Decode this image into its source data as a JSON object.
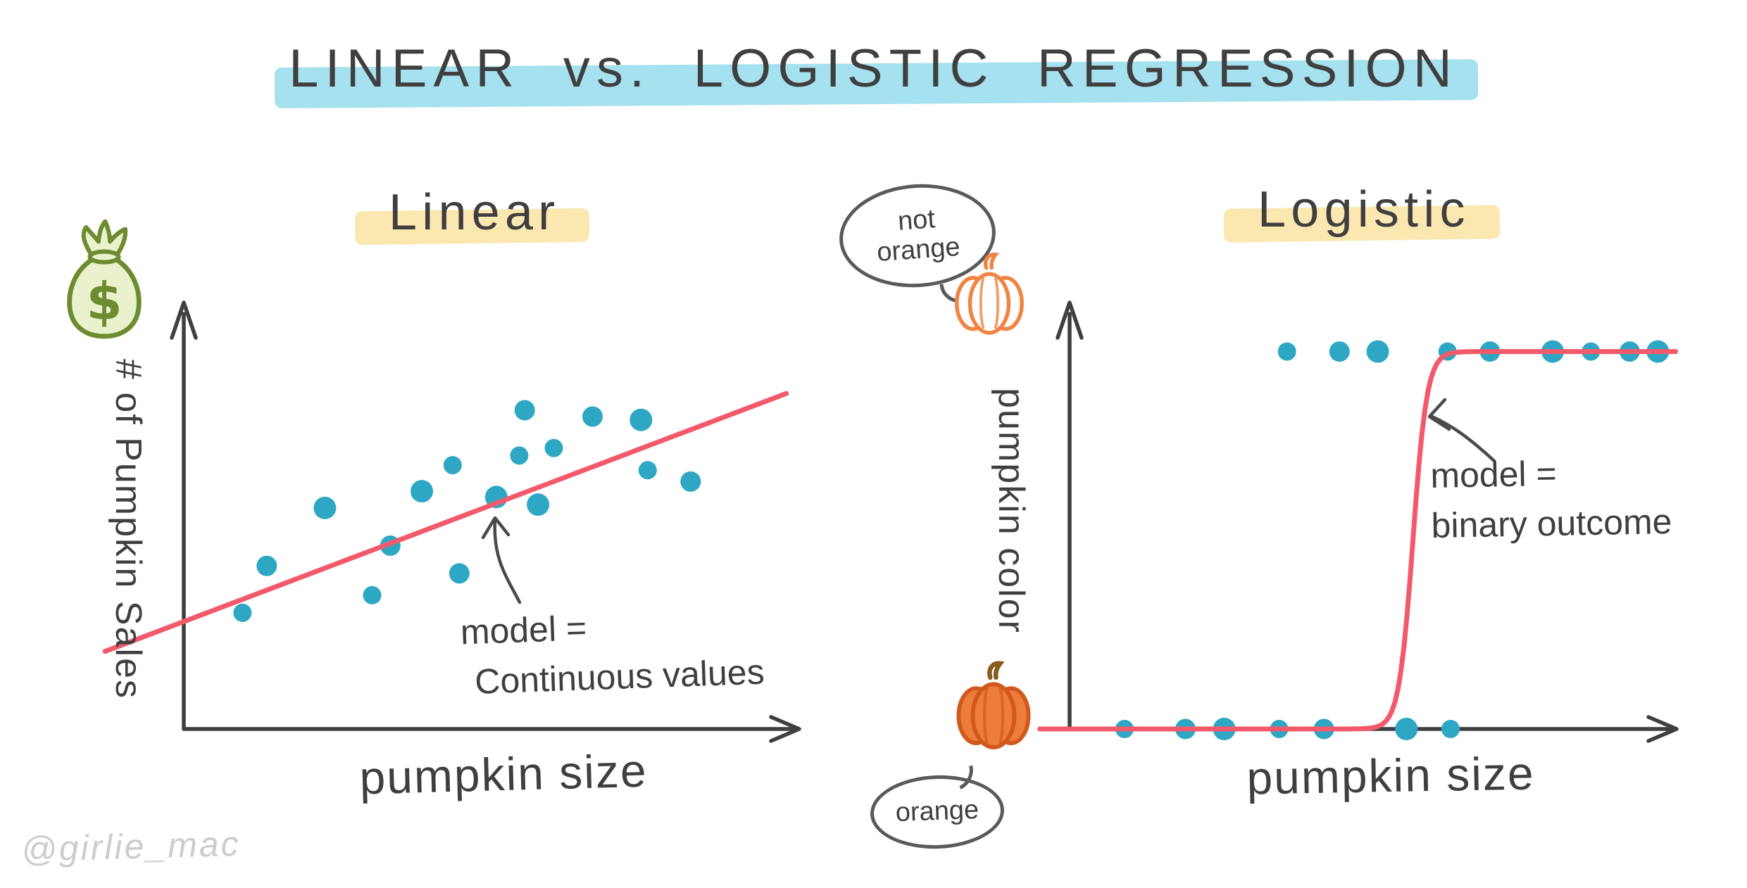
{
  "title": "LINEAR  vs.  LOGISTIC  REGRESSION",
  "watermark": "@girlie_mac",
  "left_panel": {
    "heading": "Linear",
    "ylabel": "# of Pumpkin Sales",
    "xlabel": "pumpkin size",
    "annotation_line1": "model =",
    "annotation_line2": "Continuous values",
    "icon": "money-bag-icon",
    "money_symbol": "$"
  },
  "right_panel": {
    "heading": "Logistic",
    "ylabel": "pumpkin color",
    "xlabel": "pumpkin size",
    "annotation_line1": "model =",
    "annotation_line2": "binary outcome",
    "bubble_top_line1": "not",
    "bubble_top_line2": "orange",
    "bubble_bottom": "orange",
    "icon_top": "not-orange-pumpkin-icon",
    "icon_bottom": "orange-pumpkin-icon"
  },
  "colors": {
    "ink": "#3f3f3f",
    "dot_teal": "#2ea7c5",
    "line_red": "#f25a6b",
    "highlight_cyan": "#8cd9ea",
    "highlight_yellow": "#fbe6a8",
    "bubble_outline": "#5a5a5a",
    "pumpkin_orange": "#ed7d3c",
    "pumpkin_outline": "#d2591d",
    "pumpkin_light_outline": "#f08444",
    "money_green": "#6d8c2f",
    "money_fill": "#e9f1cd",
    "watermark_gray": "#cccccc",
    "arrow_gray": "#4a4a4a"
  },
  "chart_data": [
    {
      "type": "scatter",
      "title": "Linear",
      "xlabel": "pumpkin size",
      "ylabel": "# of Pumpkin Sales",
      "notes": "hand-drawn sketch, axes unlabeled, coordinates normalized 0-1",
      "points": [
        [
          0.097,
          0.277
        ],
        [
          0.137,
          0.389
        ],
        [
          0.233,
          0.527
        ],
        [
          0.311,
          0.319
        ],
        [
          0.341,
          0.437
        ],
        [
          0.393,
          0.567
        ],
        [
          0.444,
          0.629
        ],
        [
          0.455,
          0.371
        ],
        [
          0.516,
          0.553
        ],
        [
          0.554,
          0.652
        ],
        [
          0.563,
          0.76
        ],
        [
          0.585,
          0.535
        ],
        [
          0.611,
          0.67
        ],
        [
          0.675,
          0.745
        ],
        [
          0.755,
          0.737
        ],
        [
          0.766,
          0.617
        ],
        [
          0.837,
          0.59
        ]
      ],
      "trend_line": {
        "x1": -0.13,
        "y1": 0.185,
        "x2": 0.995,
        "y2": 0.8
      },
      "annotation": "model = Continuous values"
    },
    {
      "type": "scatter",
      "title": "Logistic",
      "xlabel": "pumpkin size",
      "ylabel": "pumpkin color",
      "notes": "binary classes: orange (y=0) vs not orange (y=1); sigmoid fit",
      "class_high_x": [
        0.364,
        0.452,
        0.516,
        0.633,
        0.704,
        0.809,
        0.873,
        0.938,
        0.985
      ],
      "class_low_x": [
        0.092,
        0.194,
        0.259,
        0.351,
        0.426,
        0.564,
        0.638
      ],
      "high_y": 0.9,
      "low_y": 0.0,
      "sigmoid": {
        "x0": 0.575,
        "k": 85,
        "x_start": -0.05,
        "x_end": 1.02
      },
      "annotation": "model = binary outcome"
    }
  ]
}
